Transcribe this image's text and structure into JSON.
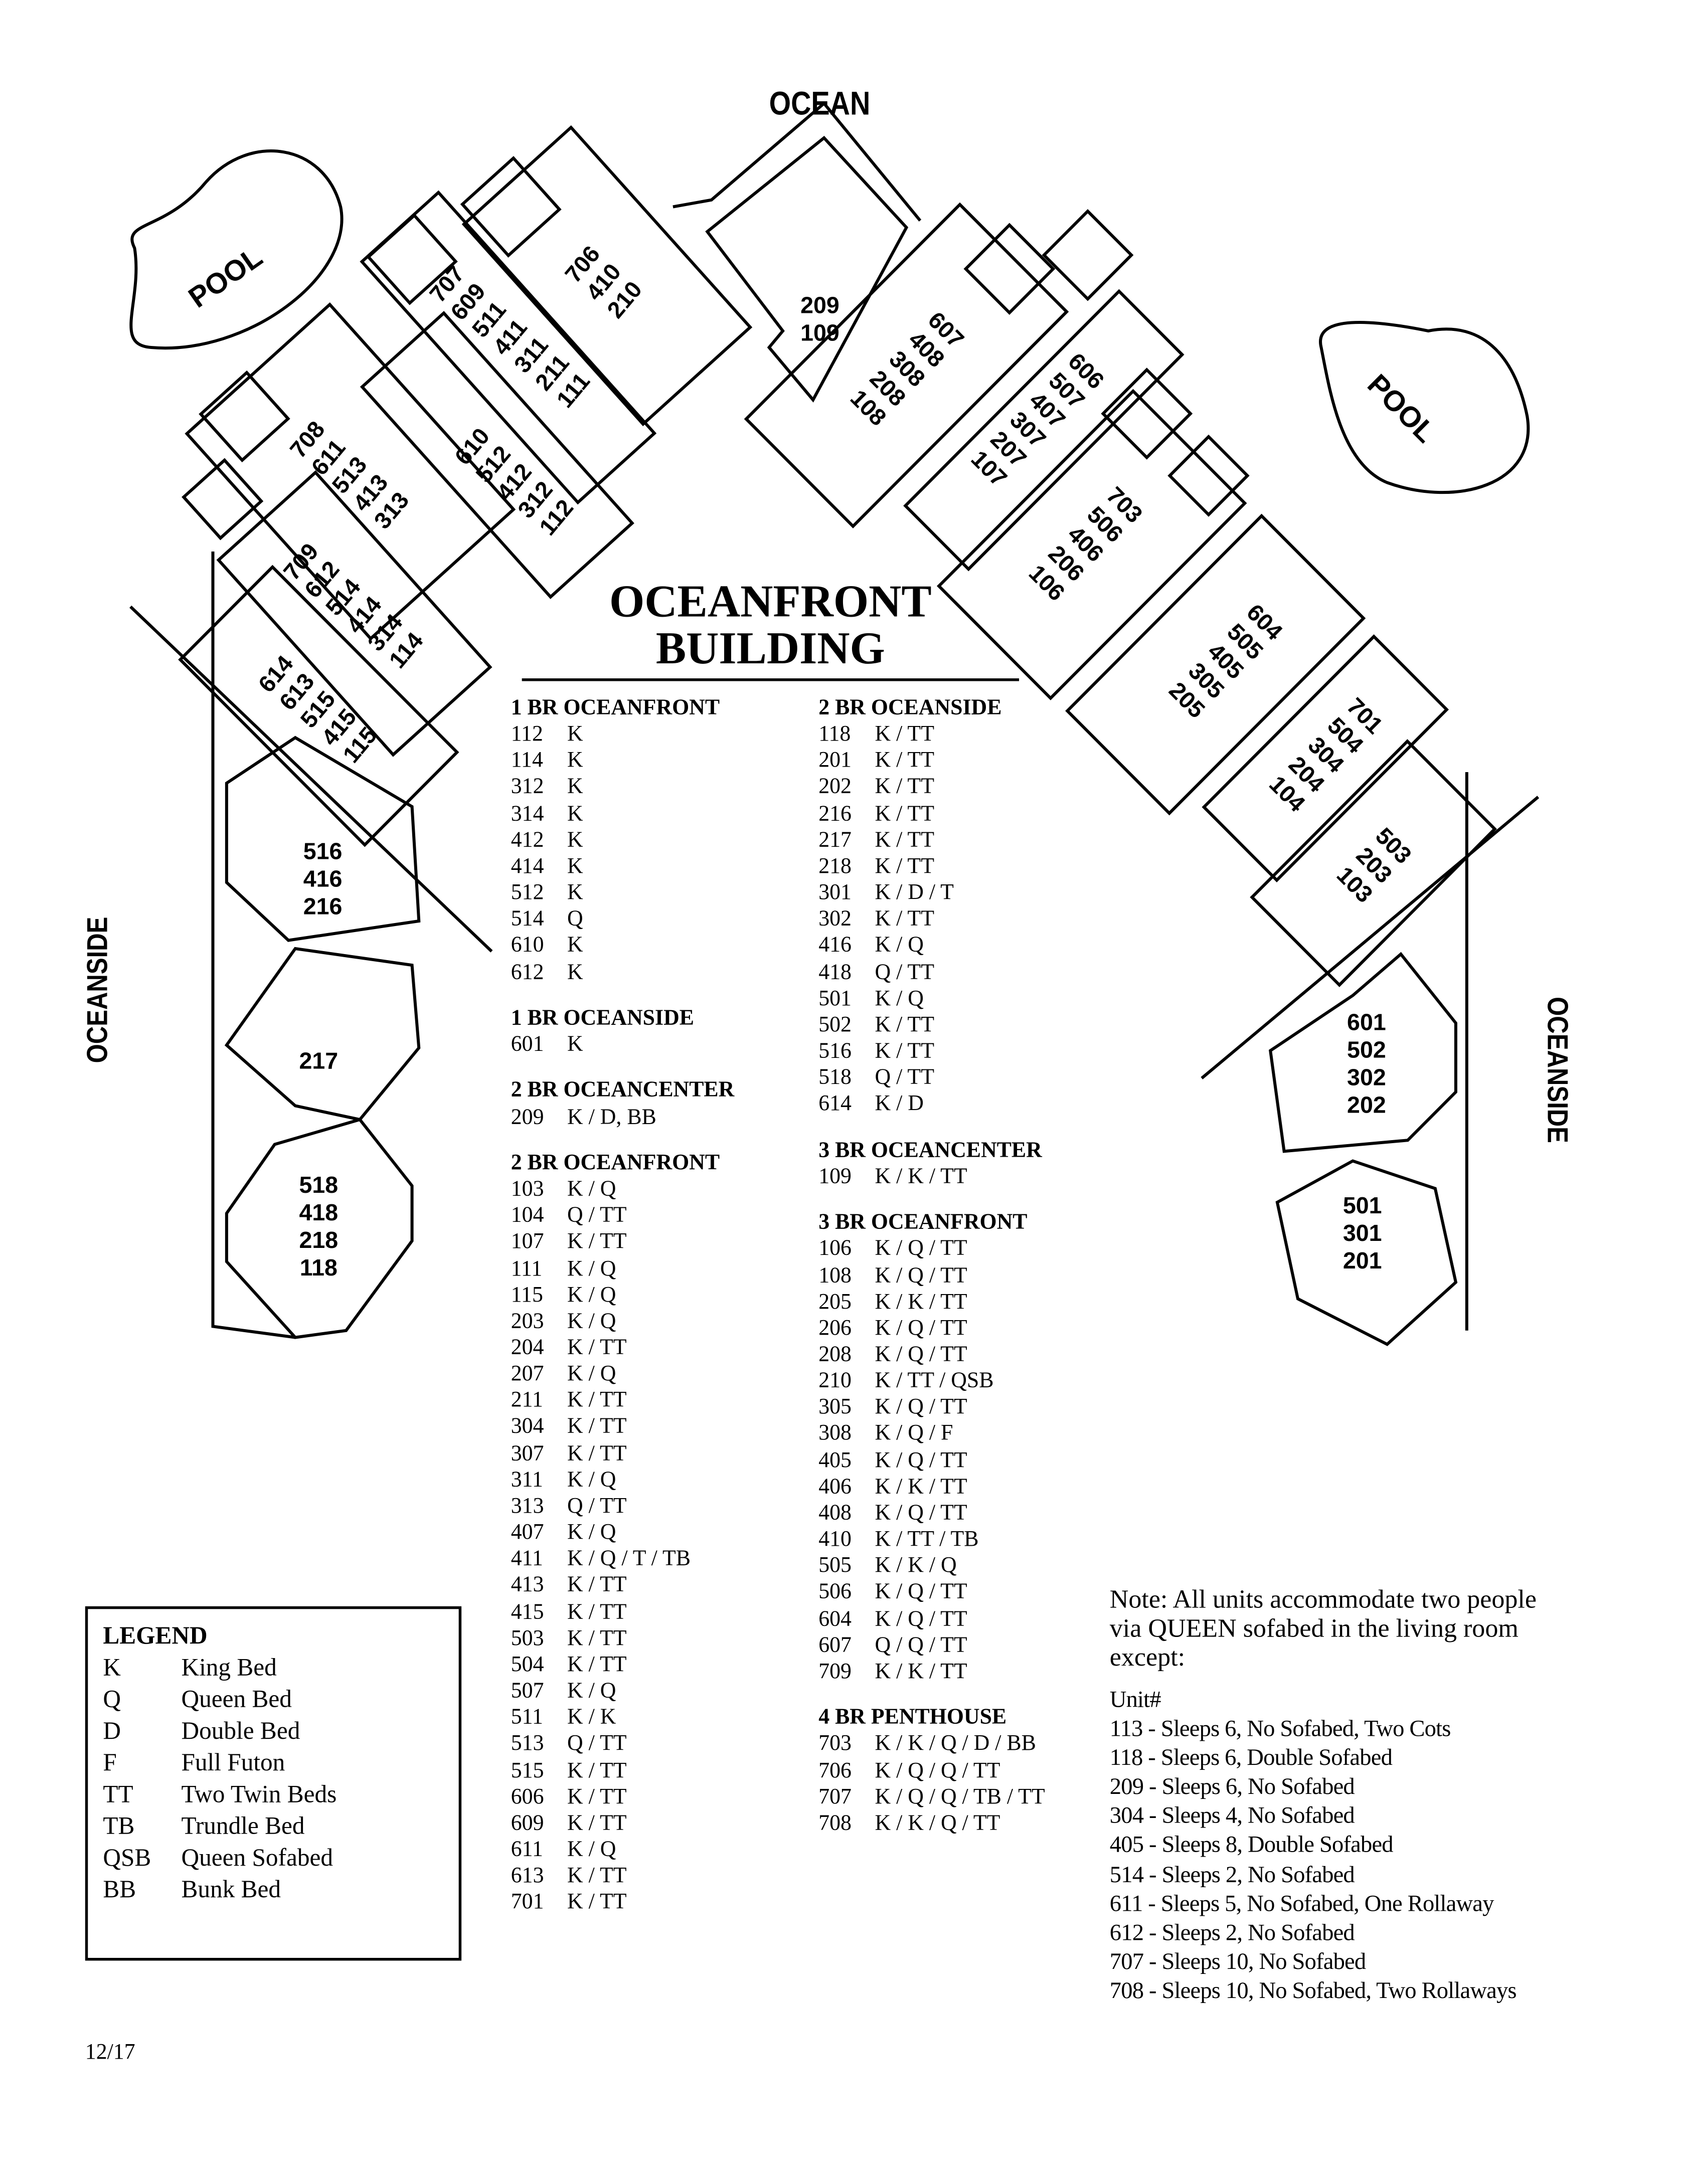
{
  "map": {
    "ocean_label": "OCEAN",
    "oceanside_left": "OCEANSIDE",
    "oceanside_right": "OCEANSIDE",
    "pool_left": "POOL",
    "pool_right": "POOL",
    "stacks": [
      {
        "units": [
          "706",
          "410",
          "210"
        ]
      },
      {
        "units": [
          "707",
          "609",
          "511",
          "411",
          "311",
          "211",
          "111"
        ]
      },
      {
        "units": [
          "708",
          "611",
          "513",
          "413",
          "313"
        ]
      },
      {
        "units": [
          "610",
          "512",
          "412",
          "312",
          "112"
        ]
      },
      {
        "units": [
          "709",
          "612",
          "514",
          "414",
          "314",
          "114"
        ]
      },
      {
        "units": [
          "614",
          "613",
          "515",
          "415",
          "115"
        ]
      },
      {
        "units": [
          "516",
          "416",
          "216"
        ]
      },
      {
        "units": [
          "217"
        ]
      },
      {
        "units": [
          "518",
          "418",
          "218",
          "118"
        ]
      },
      {
        "units": [
          "209",
          "109"
        ]
      },
      {
        "units": [
          "607",
          "408",
          "308",
          "208",
          "108"
        ]
      },
      {
        "units": [
          "606",
          "507",
          "407",
          "307",
          "207",
          "107"
        ]
      },
      {
        "units": [
          "703",
          "506",
          "406",
          "206",
          "106"
        ]
      },
      {
        "units": [
          "604",
          "505",
          "405",
          "305",
          "205"
        ]
      },
      {
        "units": [
          "701",
          "504",
          "304",
          "204",
          "104"
        ]
      },
      {
        "units": [
          "503",
          "203",
          "103"
        ]
      },
      {
        "units": [
          "601",
          "502",
          "302",
          "202"
        ]
      },
      {
        "units": [
          "501",
          "301",
          "201"
        ]
      }
    ]
  },
  "title": {
    "line1": "OCEANFRONT",
    "line2": "BUILDING"
  },
  "columns": [
    [
      {
        "heading": "1 BR OCEANFRONT",
        "rows": [
          [
            "112",
            "K"
          ],
          [
            "114",
            "K"
          ],
          [
            "312",
            "K"
          ],
          [
            "314",
            "K"
          ],
          [
            "412",
            "K"
          ],
          [
            "414",
            "K"
          ],
          [
            "512",
            "K"
          ],
          [
            "514",
            "Q"
          ],
          [
            "610",
            "K"
          ],
          [
            "612",
            "K"
          ]
        ]
      },
      {
        "heading": "1 BR OCEANSIDE",
        "rows": [
          [
            "601",
            "K"
          ]
        ]
      },
      {
        "heading": "2 BR OCEANCENTER",
        "rows": [
          [
            "209",
            "K / D, BB"
          ]
        ]
      },
      {
        "heading": "2 BR OCEANFRONT",
        "rows": [
          [
            "103",
            "K / Q"
          ],
          [
            "104",
            "Q / TT"
          ],
          [
            "107",
            "K / TT"
          ],
          [
            "111",
            "K / Q"
          ],
          [
            "115",
            "K / Q"
          ],
          [
            "203",
            "K / Q"
          ],
          [
            "204",
            "K / TT"
          ],
          [
            "207",
            "K / Q"
          ],
          [
            "211",
            "K / TT"
          ],
          [
            "304",
            "K / TT"
          ],
          [
            "307",
            "K / TT"
          ],
          [
            "311",
            "K / Q"
          ],
          [
            "313",
            "Q / TT"
          ],
          [
            "407",
            "K / Q"
          ],
          [
            "411",
            "K / Q / T / TB"
          ],
          [
            "413",
            "K / TT"
          ],
          [
            "415",
            "K / TT"
          ],
          [
            "503",
            "K / TT"
          ],
          [
            "504",
            "K / TT"
          ],
          [
            "507",
            "K / Q"
          ],
          [
            "511",
            "K / K"
          ],
          [
            "513",
            "Q / TT"
          ],
          [
            "515",
            "K / TT"
          ],
          [
            "606",
            "K / TT"
          ],
          [
            "609",
            "K / TT"
          ],
          [
            "611",
            "K / Q"
          ],
          [
            "613",
            "K / TT"
          ],
          [
            "701",
            "K / TT"
          ]
        ]
      }
    ],
    [
      {
        "heading": "2 BR OCEANSIDE",
        "rows": [
          [
            "118",
            "K / TT"
          ],
          [
            "201",
            "K / TT"
          ],
          [
            "202",
            "K / TT"
          ],
          [
            "216",
            "K / TT"
          ],
          [
            "217",
            "K / TT"
          ],
          [
            "218",
            "K / TT"
          ],
          [
            "301",
            "K / D / T"
          ],
          [
            "302",
            "K / TT"
          ],
          [
            "416",
            "K / Q"
          ],
          [
            "418",
            "Q / TT"
          ],
          [
            "501",
            "K / Q"
          ],
          [
            "502",
            "K / TT"
          ],
          [
            "516",
            "K / TT"
          ],
          [
            "518",
            "Q / TT"
          ],
          [
            "614",
            "K / D"
          ]
        ]
      },
      {
        "heading": "3 BR OCEANCENTER",
        "rows": [
          [
            "109",
            "K / K / TT"
          ]
        ]
      },
      {
        "heading": "3 BR OCEANFRONT",
        "rows": [
          [
            "106",
            "K / Q / TT"
          ],
          [
            "108",
            "K / Q / TT"
          ],
          [
            "205",
            "K / K / TT"
          ],
          [
            "206",
            "K / Q / TT"
          ],
          [
            "208",
            "K / Q / TT"
          ],
          [
            "210",
            "K / TT / QSB"
          ],
          [
            "305",
            "K / Q / TT"
          ],
          [
            "308",
            "K / Q / F"
          ],
          [
            "405",
            "K / Q / TT"
          ],
          [
            "406",
            "K / K / TT"
          ],
          [
            "408",
            "K / Q / TT"
          ],
          [
            "410",
            "K / TT / TB"
          ],
          [
            "505",
            "K / K / Q"
          ],
          [
            "506",
            "K / Q / TT"
          ],
          [
            "604",
            "K / Q / TT"
          ],
          [
            "607",
            "Q / Q / TT"
          ],
          [
            "709",
            "K / K / TT"
          ]
        ]
      },
      {
        "heading": "4 BR PENTHOUSE",
        "rows": [
          [
            "703",
            "K / K / Q / D / BB"
          ],
          [
            "706",
            "K / Q / Q / TT"
          ],
          [
            "707",
            "K / Q / Q / TB / TT"
          ],
          [
            "708",
            "K / K / Q / TT"
          ]
        ]
      }
    ]
  ],
  "legend": {
    "heading": "LEGEND",
    "items": [
      [
        "K",
        "King Bed"
      ],
      [
        "Q",
        "Queen Bed"
      ],
      [
        "D",
        "Double Bed"
      ],
      [
        "F",
        "Full Futon"
      ],
      [
        "TT",
        "Two Twin Beds"
      ],
      [
        "TB",
        "Trundle Bed"
      ],
      [
        "QSB",
        "Queen Sofabed"
      ],
      [
        "BB",
        "Bunk Bed"
      ]
    ]
  },
  "note": {
    "text": "Note: All units accommodate two people via QUEEN sofabed in the living room except:",
    "unit_header": "Unit#",
    "exceptions": [
      "113 - Sleeps 6, No Sofabed, Two Cots",
      "118 - Sleeps 6, Double Sofabed",
      "209 - Sleeps 6, No Sofabed",
      "304 - Sleeps 4, No Sofabed",
      "405 - Sleeps 8, Double Sofabed",
      "514 - Sleeps 2, No Sofabed",
      "611 - Sleeps 5, No Sofabed, One Rollaway",
      "612 - Sleeps 2, No Sofabed",
      "707 - Sleeps 10, No Sofabed",
      "708 - Sleeps 10, No Sofabed, Two Rollaways"
    ]
  },
  "date": "12/17"
}
